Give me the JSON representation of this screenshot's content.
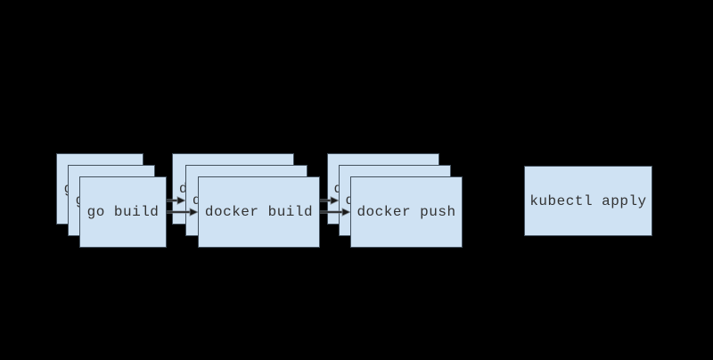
{
  "diagram": {
    "type": "pipeline-flow",
    "background_color": "#000000",
    "stages": [
      {
        "id": "go-build",
        "label": "go build",
        "stack_count": 3
      },
      {
        "id": "docker-build",
        "label": "docker build",
        "stack_count": 3
      },
      {
        "id": "docker-push",
        "label": "docker push",
        "stack_count": 3
      }
    ],
    "standalone": {
      "id": "kubectl-apply",
      "label": "kubectl apply",
      "stack_count": 1
    },
    "arrows": [
      {
        "from": "go-build",
        "to": "docker-build",
        "row": "middle"
      },
      {
        "from": "go-build",
        "to": "docker-build",
        "row": "front"
      },
      {
        "from": "docker-build",
        "to": "docker-push",
        "row": "middle"
      },
      {
        "from": "docker-build",
        "to": "docker-push",
        "row": "front"
      }
    ],
    "colors": {
      "box_fill": "#cfe2f3",
      "box_border": "#44525f",
      "text": "#333333",
      "arrow_line": "#1a1a1a",
      "arrow_halo": "#808b94",
      "background": "#000000"
    }
  }
}
